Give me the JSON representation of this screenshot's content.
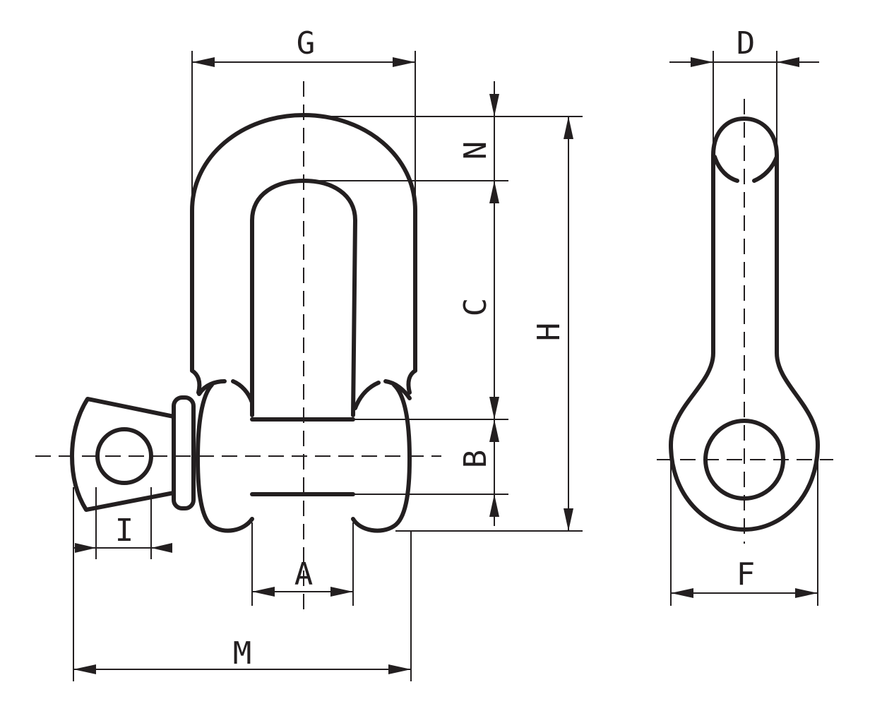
{
  "dimensions": {
    "G": "G",
    "D": "D",
    "N": "N",
    "C": "C",
    "H": "H",
    "B": "B",
    "A": "A",
    "I": "I",
    "F": "F",
    "M": "M"
  },
  "colors": {
    "line": "#231f20",
    "background": "#ffffff"
  }
}
